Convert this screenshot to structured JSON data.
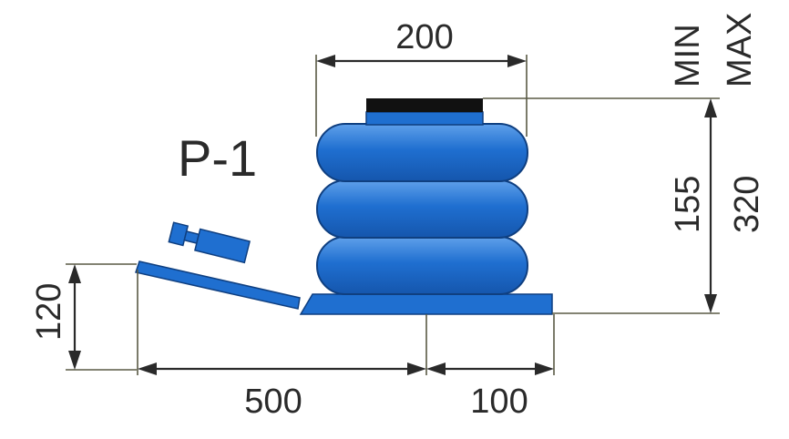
{
  "title": "P-1",
  "dimensions": {
    "width_top": "200",
    "height_min": "155",
    "height_max": "320",
    "min_label": "MIN",
    "max_label": "MAX",
    "ramp_height": "120",
    "ramp_length": "500",
    "base_extension": "100"
  },
  "colors": {
    "body": "#1f6fd0",
    "body_edge": "#0f3f80",
    "plate": "#111111",
    "lines": "#2a2a2a"
  }
}
